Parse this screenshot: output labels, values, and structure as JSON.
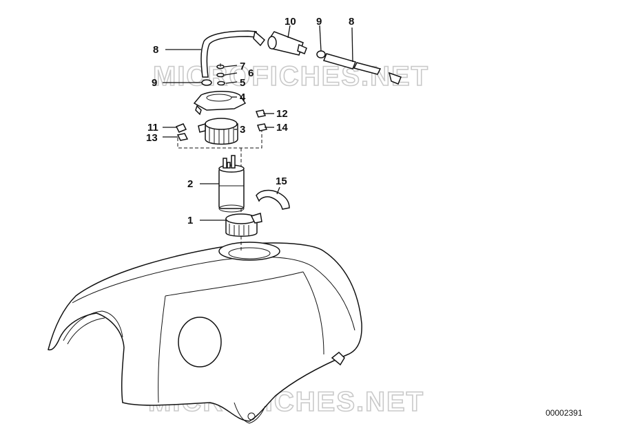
{
  "watermark": "MICROFICHES.NET",
  "figure_code": "00002391",
  "callouts": [
    {
      "id": "1",
      "text": "1"
    },
    {
      "id": "2",
      "text": "2"
    },
    {
      "id": "3",
      "text": "3"
    },
    {
      "id": "4",
      "text": "4"
    },
    {
      "id": "5",
      "text": "5"
    },
    {
      "id": "6",
      "text": "6"
    },
    {
      "id": "7",
      "text": "7"
    },
    {
      "id": "8a",
      "text": "8"
    },
    {
      "id": "8b",
      "text": "8"
    },
    {
      "id": "9a",
      "text": "9"
    },
    {
      "id": "9b",
      "text": "9"
    },
    {
      "id": "10",
      "text": "10"
    },
    {
      "id": "11",
      "text": "11"
    },
    {
      "id": "12",
      "text": "12"
    },
    {
      "id": "13",
      "text": "13"
    },
    {
      "id": "14",
      "text": "14"
    },
    {
      "id": "15",
      "text": "15"
    }
  ]
}
